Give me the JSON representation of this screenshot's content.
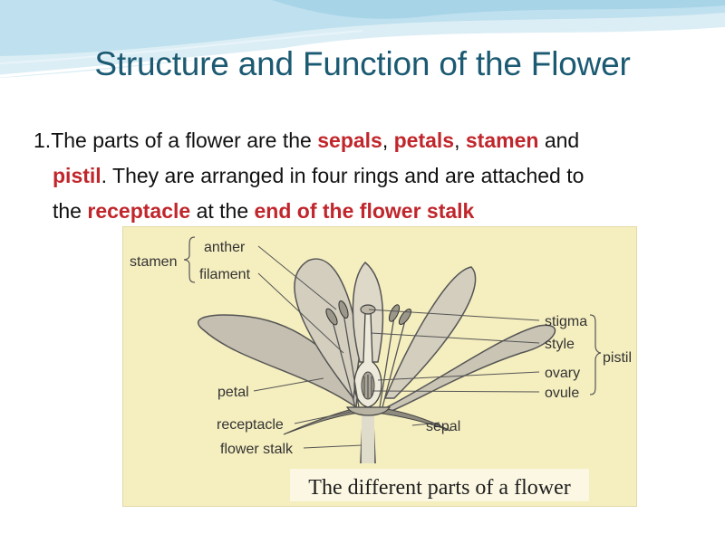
{
  "slide": {
    "title": "Structure and Function of the Flower",
    "paragraph": {
      "number": "1.",
      "parts": [
        {
          "text": "The parts of a flower are the ",
          "highlight": false
        },
        {
          "text": "sepals",
          "highlight": true
        },
        {
          "text": ", ",
          "highlight": false
        },
        {
          "text": "petals",
          "highlight": true
        },
        {
          "text": ", ",
          "highlight": false
        },
        {
          "text": "stamen",
          "highlight": true
        },
        {
          "text": " and ",
          "highlight": false
        },
        {
          "text": "pistil",
          "highlight": true,
          "newline_before": true
        },
        {
          "text": ". They are arranged in four rings and are attached to",
          "highlight": false
        },
        {
          "text": "the ",
          "highlight": false,
          "newline_before": true
        },
        {
          "text": "receptacle",
          "highlight": true
        },
        {
          "text": " at the ",
          "highlight": false
        },
        {
          "text": "end of the flower stalk",
          "highlight": true
        }
      ]
    },
    "colors": {
      "title": "#1b5a72",
      "highlight": "#c0262b",
      "figure_background": "#f5eebf"
    }
  },
  "figure": {
    "labels": {
      "stamen": "stamen",
      "anther": "anther",
      "filament": "filament",
      "stigma": "stigma",
      "style": "style",
      "pistil": "pistil",
      "ovary": "ovary",
      "ovule": "ovule",
      "petal": "petal",
      "receptacle": "receptacle",
      "sepal": "sepal",
      "flower_stalk": "flower stalk"
    },
    "caption": "The different parts of a flower"
  }
}
